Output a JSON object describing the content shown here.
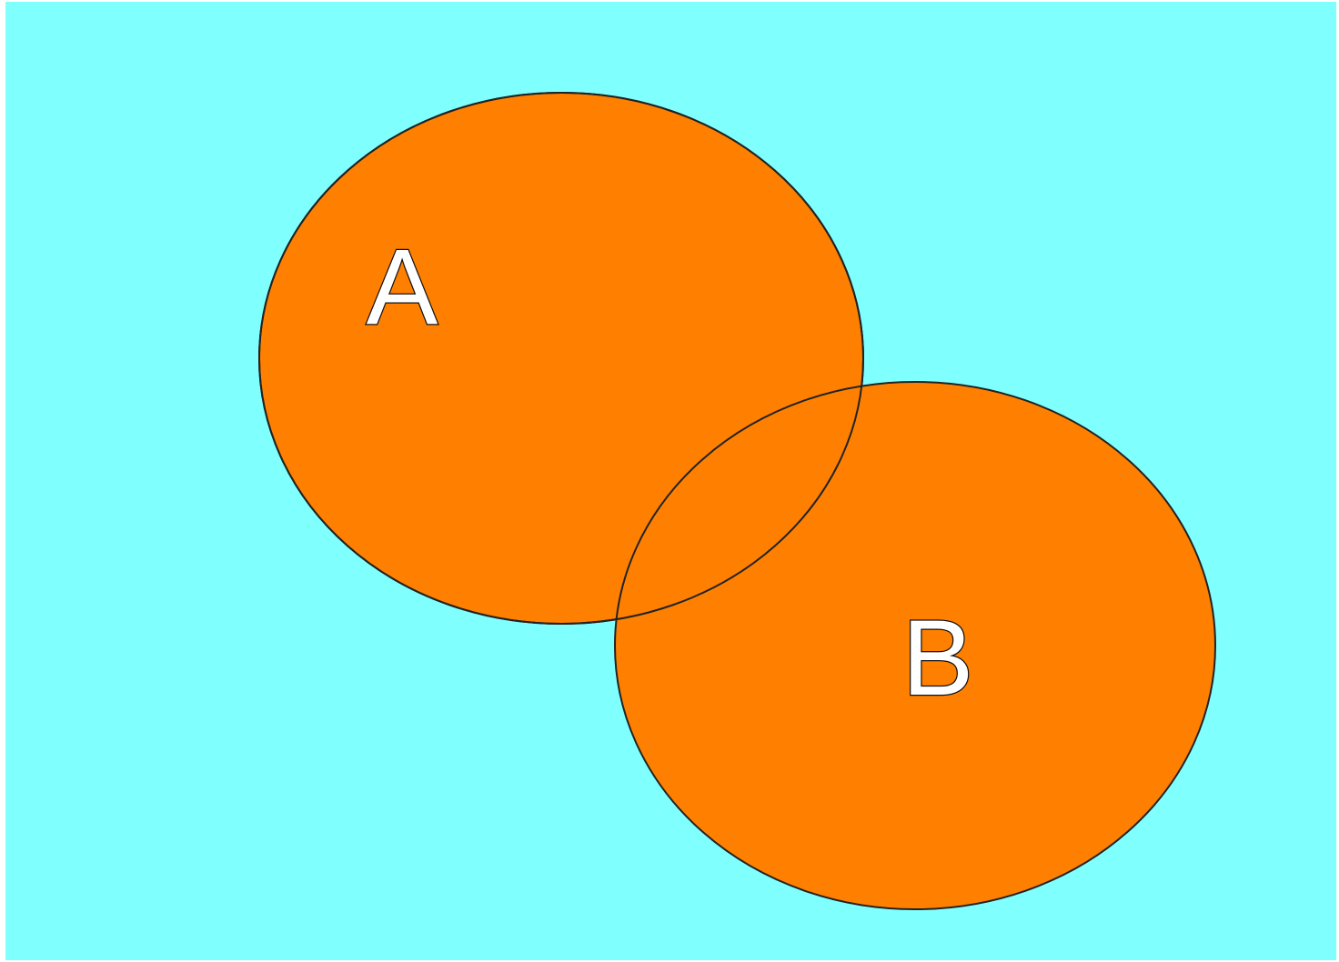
{
  "diagram": {
    "type": "venn",
    "colors": {
      "background": "#80ffff",
      "circle_fill": "#ff8000",
      "circle_outline": "#222222",
      "label_fill": "#ffffff",
      "label_outline": "#111111"
    },
    "sets": [
      {
        "id": "A",
        "label": "A"
      },
      {
        "id": "B",
        "label": "B"
      }
    ]
  }
}
